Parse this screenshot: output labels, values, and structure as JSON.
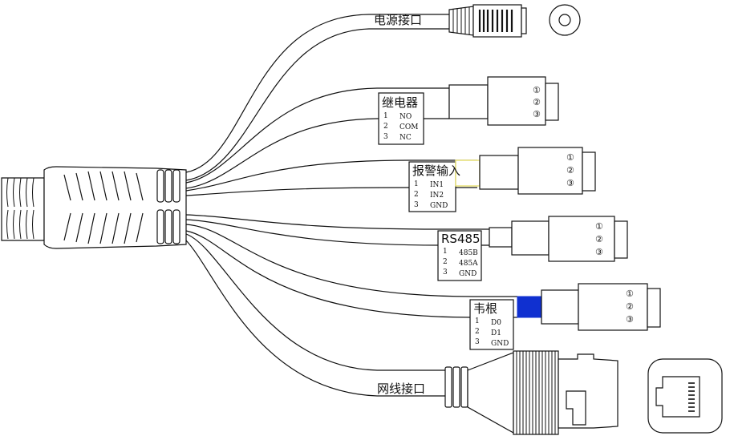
{
  "ports": {
    "power": {
      "label": "电源接口"
    },
    "relay": {
      "label": "继电器",
      "pins": [
        {
          "num": "1",
          "name": "NO"
        },
        {
          "num": "2",
          "name": "COM"
        },
        {
          "num": "3",
          "name": "NC"
        }
      ]
    },
    "alarm_in": {
      "label": "报警输入",
      "pins": [
        {
          "num": "1",
          "name": "IN1"
        },
        {
          "num": "2",
          "name": "IN2"
        },
        {
          "num": "3",
          "name": "GND"
        }
      ]
    },
    "rs485": {
      "label": "RS485",
      "pins": [
        {
          "num": "1",
          "name": "485B"
        },
        {
          "num": "2",
          "name": "485A"
        },
        {
          "num": "3",
          "name": "GND"
        }
      ]
    },
    "wiegand": {
      "label": "韦根",
      "pins": [
        {
          "num": "1",
          "name": "D0"
        },
        {
          "num": "2",
          "name": "D1"
        },
        {
          "num": "3",
          "name": "GND"
        }
      ]
    },
    "network": {
      "label": "网线接口"
    }
  },
  "terminal_marks": [
    "①",
    "②",
    "③"
  ],
  "colors": {
    "alarm_sleeve": "#e8e070",
    "wiegand_sleeve": "#1030d0",
    "line": "#111111"
  }
}
